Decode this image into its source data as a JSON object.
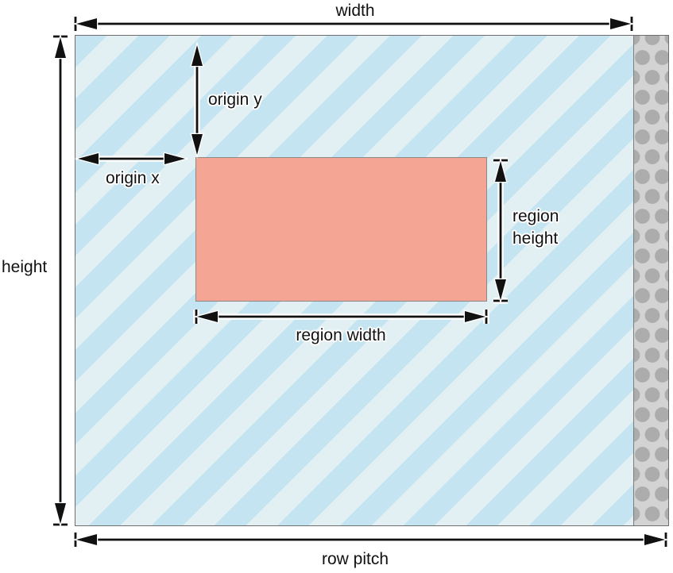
{
  "diagram": {
    "labels": {
      "width": "width",
      "height": "height",
      "origin_y": "origin y",
      "origin_x": "origin x",
      "region_height": "region height",
      "region_width": "region width",
      "row_pitch": "row pitch"
    },
    "palette": {
      "stripe_blue": "#c3e4f0",
      "stripe_pale": "#e2f0f4",
      "region_fill": "#f5a594",
      "region_border": "#8a8a8a",
      "box_border": "#6e6e6e",
      "strip_bg": "#d3d3d3",
      "strip_dot": "#acacac",
      "arrow": "#111111"
    }
  }
}
